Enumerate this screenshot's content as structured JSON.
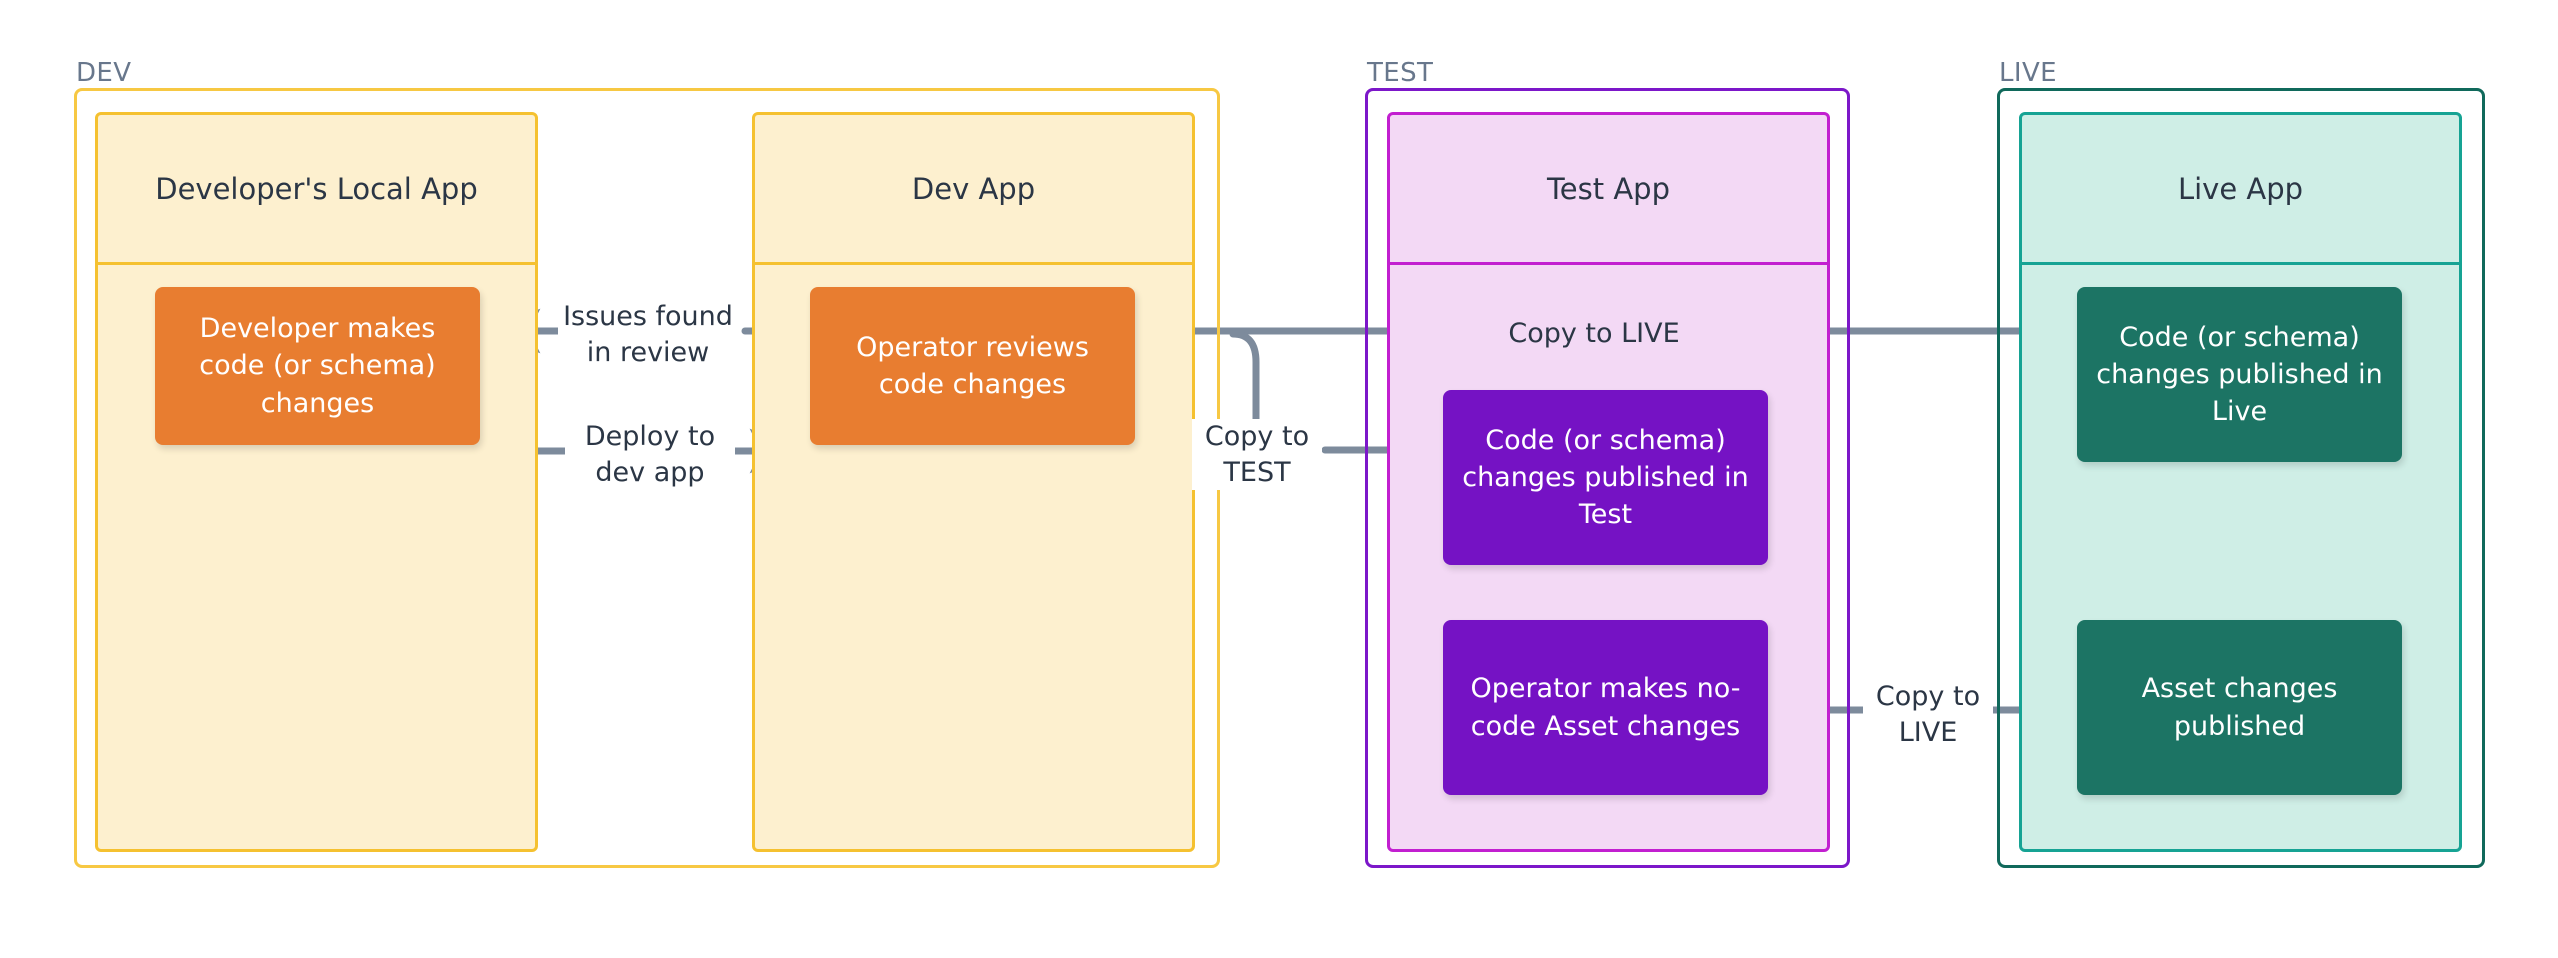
{
  "diagram": {
    "title": "DEV / TEST / LIVE deployment flow",
    "colors": {
      "dev_border": "#f7c843",
      "dev_panel_fill": "#fdf0cf",
      "dev_panel_border": "#f5c130",
      "dev_card": "#e87d30",
      "test_border": "#7c17c9",
      "test_panel_fill": "#f3d9f5",
      "test_panel_border": "#c21fd0",
      "test_card": "#7512c4",
      "live_border": "#10695b",
      "live_panel_fill": "#cfeee6",
      "live_panel_border": "#16a394",
      "live_card": "#1c7464",
      "arrow": "#7d8b9c",
      "label_text": "#2b3645",
      "env_label_text": "#68778c",
      "background": "#ffffff"
    },
    "environments": [
      {
        "id": "dev",
        "label": "DEV",
        "apps": [
          {
            "id": "developers-local-app",
            "title": "Developer's Local App",
            "cards": [
              {
                "id": "developer-makes-changes",
                "text": "Developer makes code (or schema) changes"
              }
            ]
          },
          {
            "id": "dev-app",
            "title": "Dev App",
            "cards": [
              {
                "id": "operator-reviews-code",
                "text": "Operator reviews code changes"
              }
            ]
          }
        ]
      },
      {
        "id": "test",
        "label": "TEST",
        "apps": [
          {
            "id": "test-app",
            "title": "Test App",
            "cards": [
              {
                "id": "code-changes-published-test",
                "text": "Code (or schema) changes published in Test"
              },
              {
                "id": "operator-makes-nocode-asset-changes",
                "text": "Operator makes no-code Asset changes"
              }
            ]
          }
        ]
      },
      {
        "id": "live",
        "label": "LIVE",
        "apps": [
          {
            "id": "live-app",
            "title": "Live App",
            "cards": [
              {
                "id": "code-changes-published-live",
                "text": "Code (or schema) changes published in Live"
              },
              {
                "id": "asset-changes-published",
                "text": "Asset changes published"
              }
            ]
          }
        ]
      }
    ],
    "edges": [
      {
        "id": "issues-found-in-review",
        "label": "Issues found\nin review",
        "from": "operator-reviews-code",
        "to": "developer-makes-changes",
        "direction": "left"
      },
      {
        "id": "deploy-to-dev-app",
        "label": "Deploy to\ndev app",
        "from": "developer-makes-changes",
        "to": "operator-reviews-code",
        "direction": "right"
      },
      {
        "id": "copy-to-test",
        "label": "Copy to\nTEST",
        "from": "operator-reviews-code",
        "to": "code-changes-published-test",
        "direction": "right"
      },
      {
        "id": "copy-to-live-code",
        "label": "Copy to LIVE",
        "from": "operator-reviews-code",
        "to": "code-changes-published-live",
        "direction": "right"
      },
      {
        "id": "copy-to-live-assets",
        "label": "Copy to\nLIVE",
        "from": "operator-makes-nocode-asset-changes",
        "to": "asset-changes-published",
        "direction": "right"
      }
    ]
  }
}
